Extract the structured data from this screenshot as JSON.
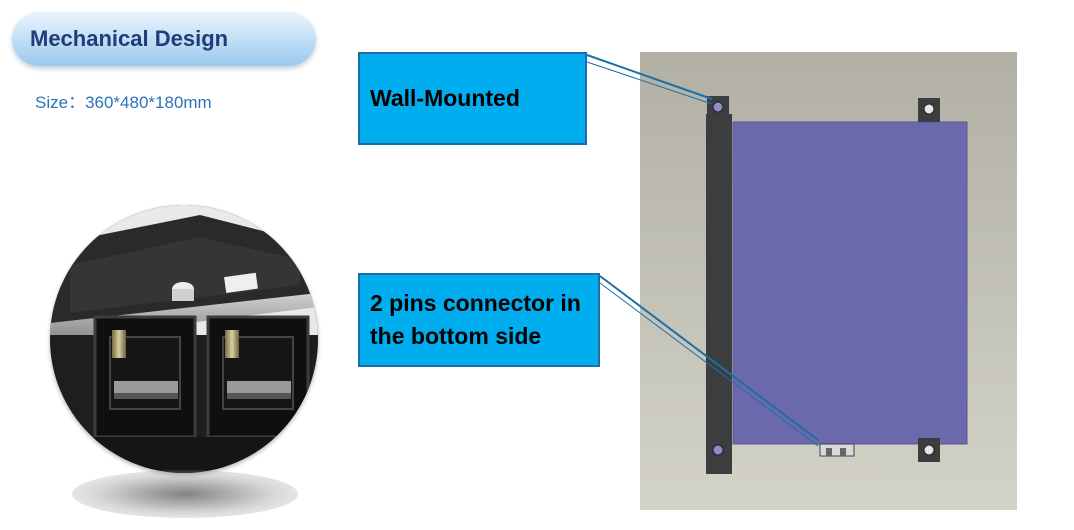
{
  "header": {
    "title": "Mechanical Design",
    "size": "Size：360*480*180mm"
  },
  "callouts": {
    "wall_mounted": "Wall-Mounted",
    "pins_line1": "2 pins connector in",
    "pins_line2": "the bottom side"
  },
  "colors": {
    "callout_fill": "#00aeef",
    "callout_border": "#1c6fa6",
    "enclosure": "#6b68ac",
    "mount_bar": "#3b3d3f",
    "title_text": "#1f3d7a",
    "size_text": "#2d73b8"
  }
}
